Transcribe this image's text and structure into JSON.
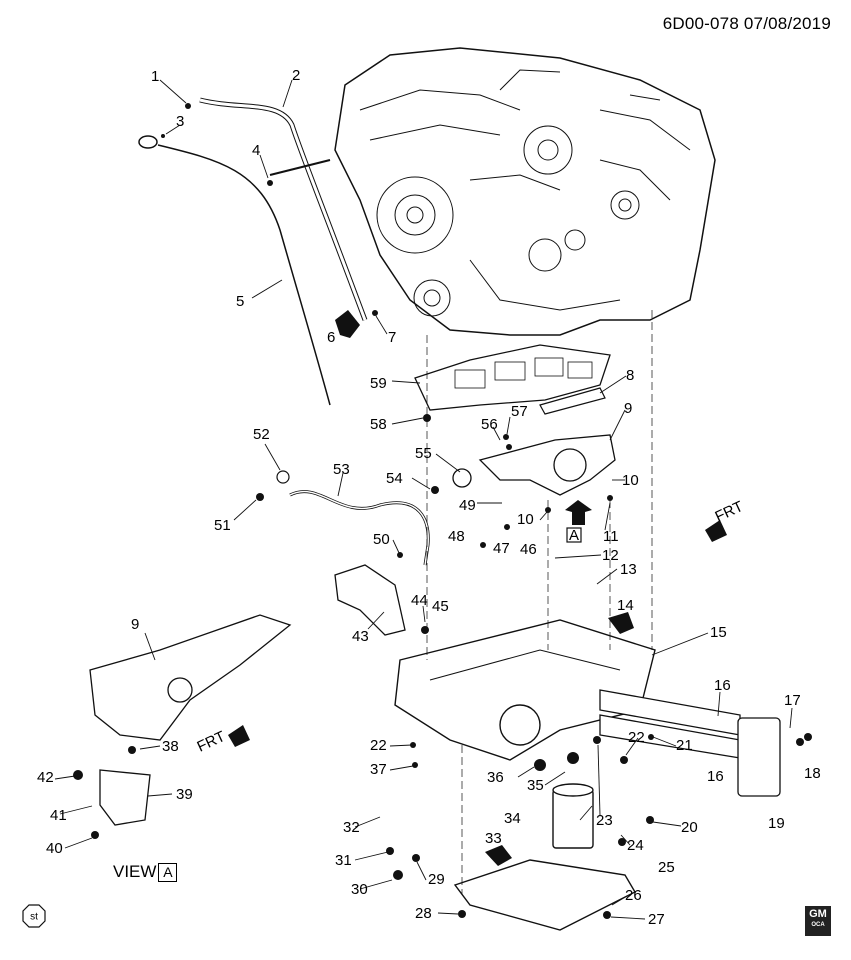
{
  "header": {
    "ref": "6D00-078  07/08/2019"
  },
  "view_label": {
    "text": "VIEW",
    "letter": "A"
  },
  "st_badge": "st",
  "gm_logo": {
    "top": "GM",
    "bottom": "OCA"
  },
  "frt_labels": [
    "FRT",
    "FRT"
  ],
  "part_numbers": [
    "1",
    "2",
    "3",
    "4",
    "5",
    "6",
    "7",
    "8",
    "9",
    "9",
    "10",
    "10",
    "11",
    "12",
    "13",
    "14",
    "15",
    "16",
    "16",
    "17",
    "18",
    "19",
    "20",
    "21",
    "22",
    "22",
    "23",
    "24",
    "25",
    "26",
    "27",
    "28",
    "29",
    "30",
    "31",
    "32",
    "33",
    "34",
    "35",
    "36",
    "37",
    "38",
    "39",
    "40",
    "41",
    "42",
    "43",
    "44",
    "45",
    "46",
    "47",
    "48",
    "49",
    "50",
    "51",
    "52",
    "53",
    "54",
    "55",
    "56",
    "57",
    "58",
    "59"
  ],
  "callout_A": "A"
}
